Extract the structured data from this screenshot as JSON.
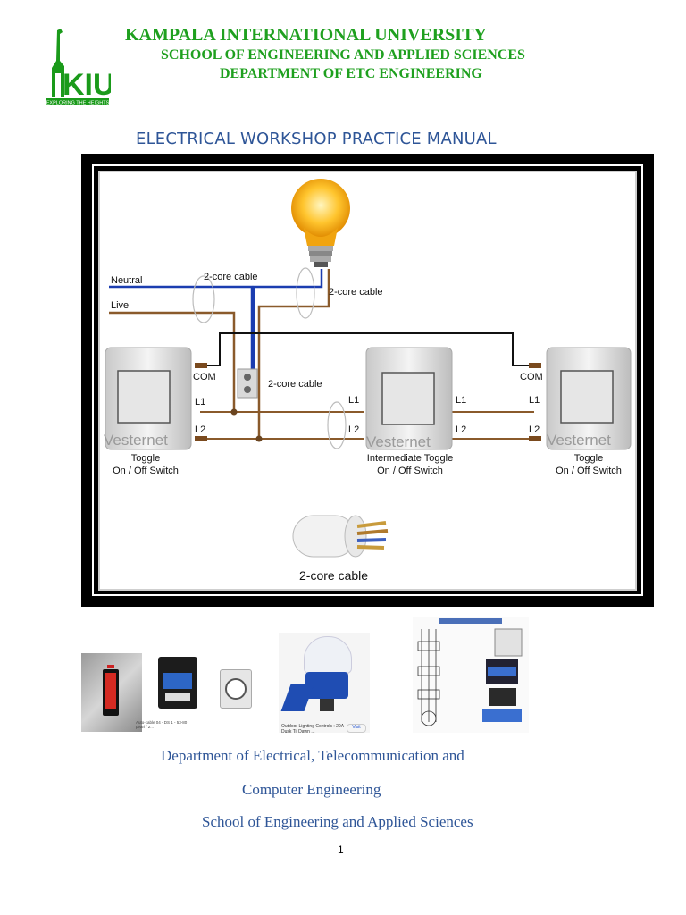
{
  "header": {
    "logo_text": "KIU",
    "logo_tagline": "EXPLORING THE HEIGHTS",
    "university": "KAMPALA INTERNATIONAL UNIVERSITY",
    "school": "SCHOOL OF ENGINEERING AND APPLIED SCIENCES",
    "department": "DEPARTMENT OF ETC ENGINEERING"
  },
  "manual_title": "ELECTRICAL WORKSHOP PRACTICE MANUAL",
  "diagram": {
    "wires": {
      "neutral": "Neutral",
      "live": "Live"
    },
    "cable_labels": {
      "top_left": "2-core cable",
      "top_right": "2-core cable",
      "middle": "2-core cable",
      "sample": "2-core cable"
    },
    "switch_left": {
      "brand": "Vesternet",
      "com": "COM",
      "l1": "L1",
      "l2": "L2",
      "caption_1": "Toggle",
      "caption_2": "On / Off Switch"
    },
    "switch_middle": {
      "brand": "Vesternet",
      "l1_left": "L1",
      "l2_left": "L2",
      "l1_right": "L1",
      "l2_right": "L2",
      "caption_1": "Intermediate Toggle",
      "caption_2": "On / Off Switch"
    },
    "switch_right": {
      "brand": "Vesternet",
      "com": "COM",
      "l1": "L1",
      "l2": "L2",
      "caption_1": "Toggle",
      "caption_2": "On / Off Switch"
    }
  },
  "photos": {
    "contactor_caption": "Auto-cable 04 - DS 1 - 53-80 pearl / 2...",
    "sensor_caption": "Outdoor Lighting Controls : 20A Dusk Til Dawn ...",
    "sensor_button": "Visit"
  },
  "footer": {
    "line1": "Department of Electrical, Telecommunication and",
    "line2": "Computer Engineering",
    "line3": "School of Engineering and Applied Sciences",
    "page_number": "1"
  }
}
